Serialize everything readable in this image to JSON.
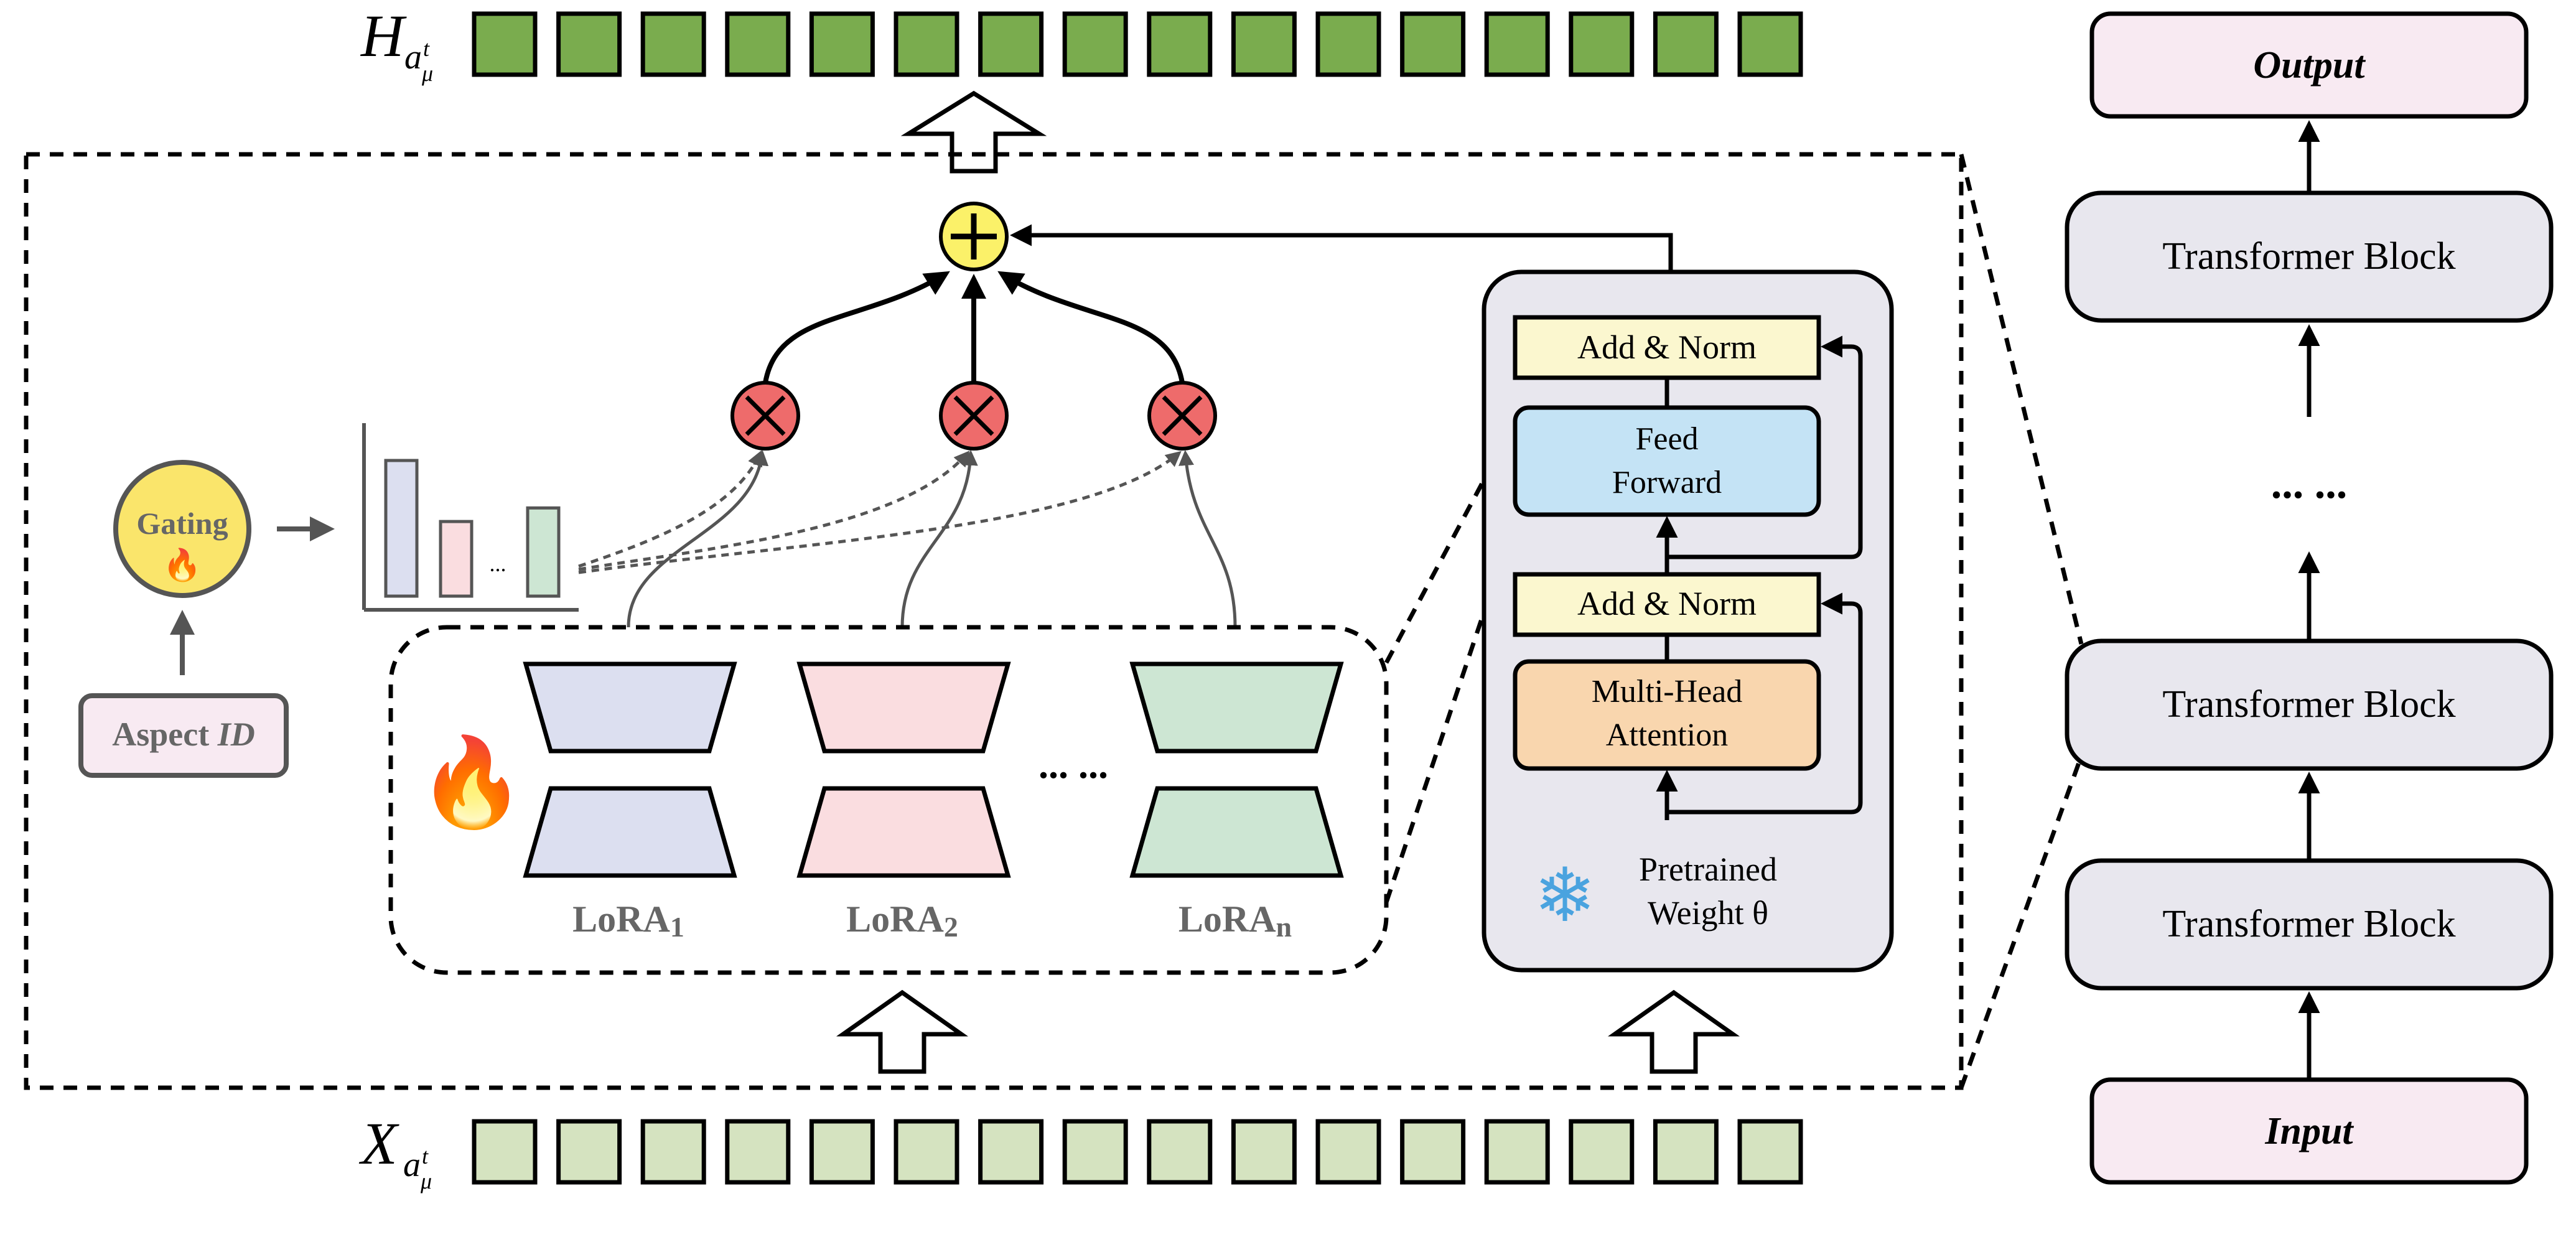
{
  "output_label": "H",
  "output_sub": "a",
  "output_sub_sup": "t",
  "output_sub_sub": "μ",
  "input_label": "X",
  "input_sub": "a",
  "input_sub_sup": "t",
  "input_sub_sub": "μ",
  "token_count": 16,
  "gating": {
    "label": "Gating",
    "fire": "🔥"
  },
  "aspect_id": {
    "prefix": "Aspect ",
    "suffix": "ID"
  },
  "bar_chart": {
    "values": [
      1.0,
      0.55,
      0.65
    ],
    "ellipsis": "..."
  },
  "lora_fire": "🔥",
  "lora": [
    {
      "label": "LoRA",
      "sub": "1"
    },
    {
      "label": "LoRA",
      "sub": "2"
    },
    {
      "label": "LoRA",
      "sub": "n"
    }
  ],
  "lora_ellipsis": "... ...",
  "transformer_detail": {
    "add_norm_top": "Add & Norm",
    "feed_forward_line1": "Feed",
    "feed_forward_line2": "Forward",
    "add_norm_bottom": "Add & Norm",
    "mha_line1": "Multi-Head",
    "mha_line2": "Attention",
    "pretrained_line1": "Pretrained",
    "pretrained_line2": "Weight θ",
    "snowflake": "❄"
  },
  "stack": {
    "output": "Output",
    "block_top": "Transformer Block",
    "ellipsis": "... ...",
    "block_mid": "Transformer Block",
    "block_bottom": "Transformer Block",
    "input": "Input"
  },
  "colors": {
    "token_output": "#7aac4e",
    "token_input": "#d5e3c0",
    "gating_fill": "#fae56b",
    "sum_fill": "#fbf169",
    "mult_fill": "#ee6b6b",
    "lora1": "#dcdff0",
    "lora2": "#fadde0",
    "lora3": "#cde6d3",
    "add_norm": "#fbf7cf",
    "feed_forward": "#c4e3f5",
    "mha": "#f9d6ae",
    "panel": "#e8e7ee",
    "stack_io": "#f8eaf2",
    "stack_block": "#e8e7ee"
  }
}
